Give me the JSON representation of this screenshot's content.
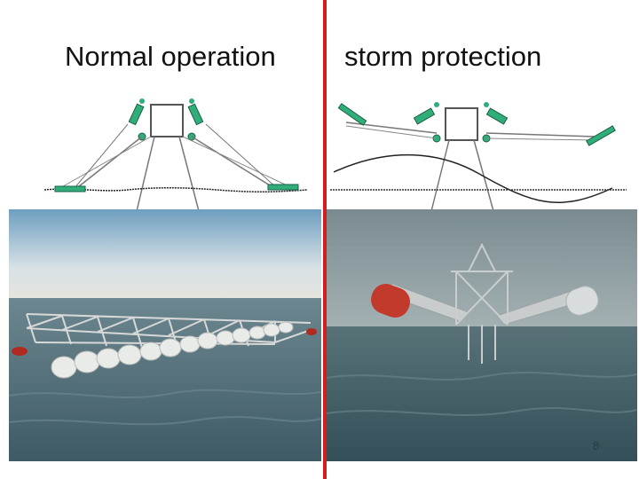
{
  "slide": {
    "left_title": "Normal operation",
    "right_title": "storm protection",
    "page_number": "8",
    "divider_color": "#d41e1e"
  },
  "diagrams": {
    "left": {
      "mode": "normal",
      "float_color": "#2fae7a"
    },
    "right": {
      "mode": "storm",
      "float_color": "#2fae7a",
      "wave_shown": true
    }
  },
  "photos": {
    "left": {
      "subject": "floating wave energy converter row in open sea",
      "sky": "#cfdde5",
      "sea": "#4f6a73"
    },
    "right": {
      "subject": "converter with raised side floats in storm fog",
      "sky": "#98a8ad",
      "sea": "#3d5a63"
    }
  }
}
